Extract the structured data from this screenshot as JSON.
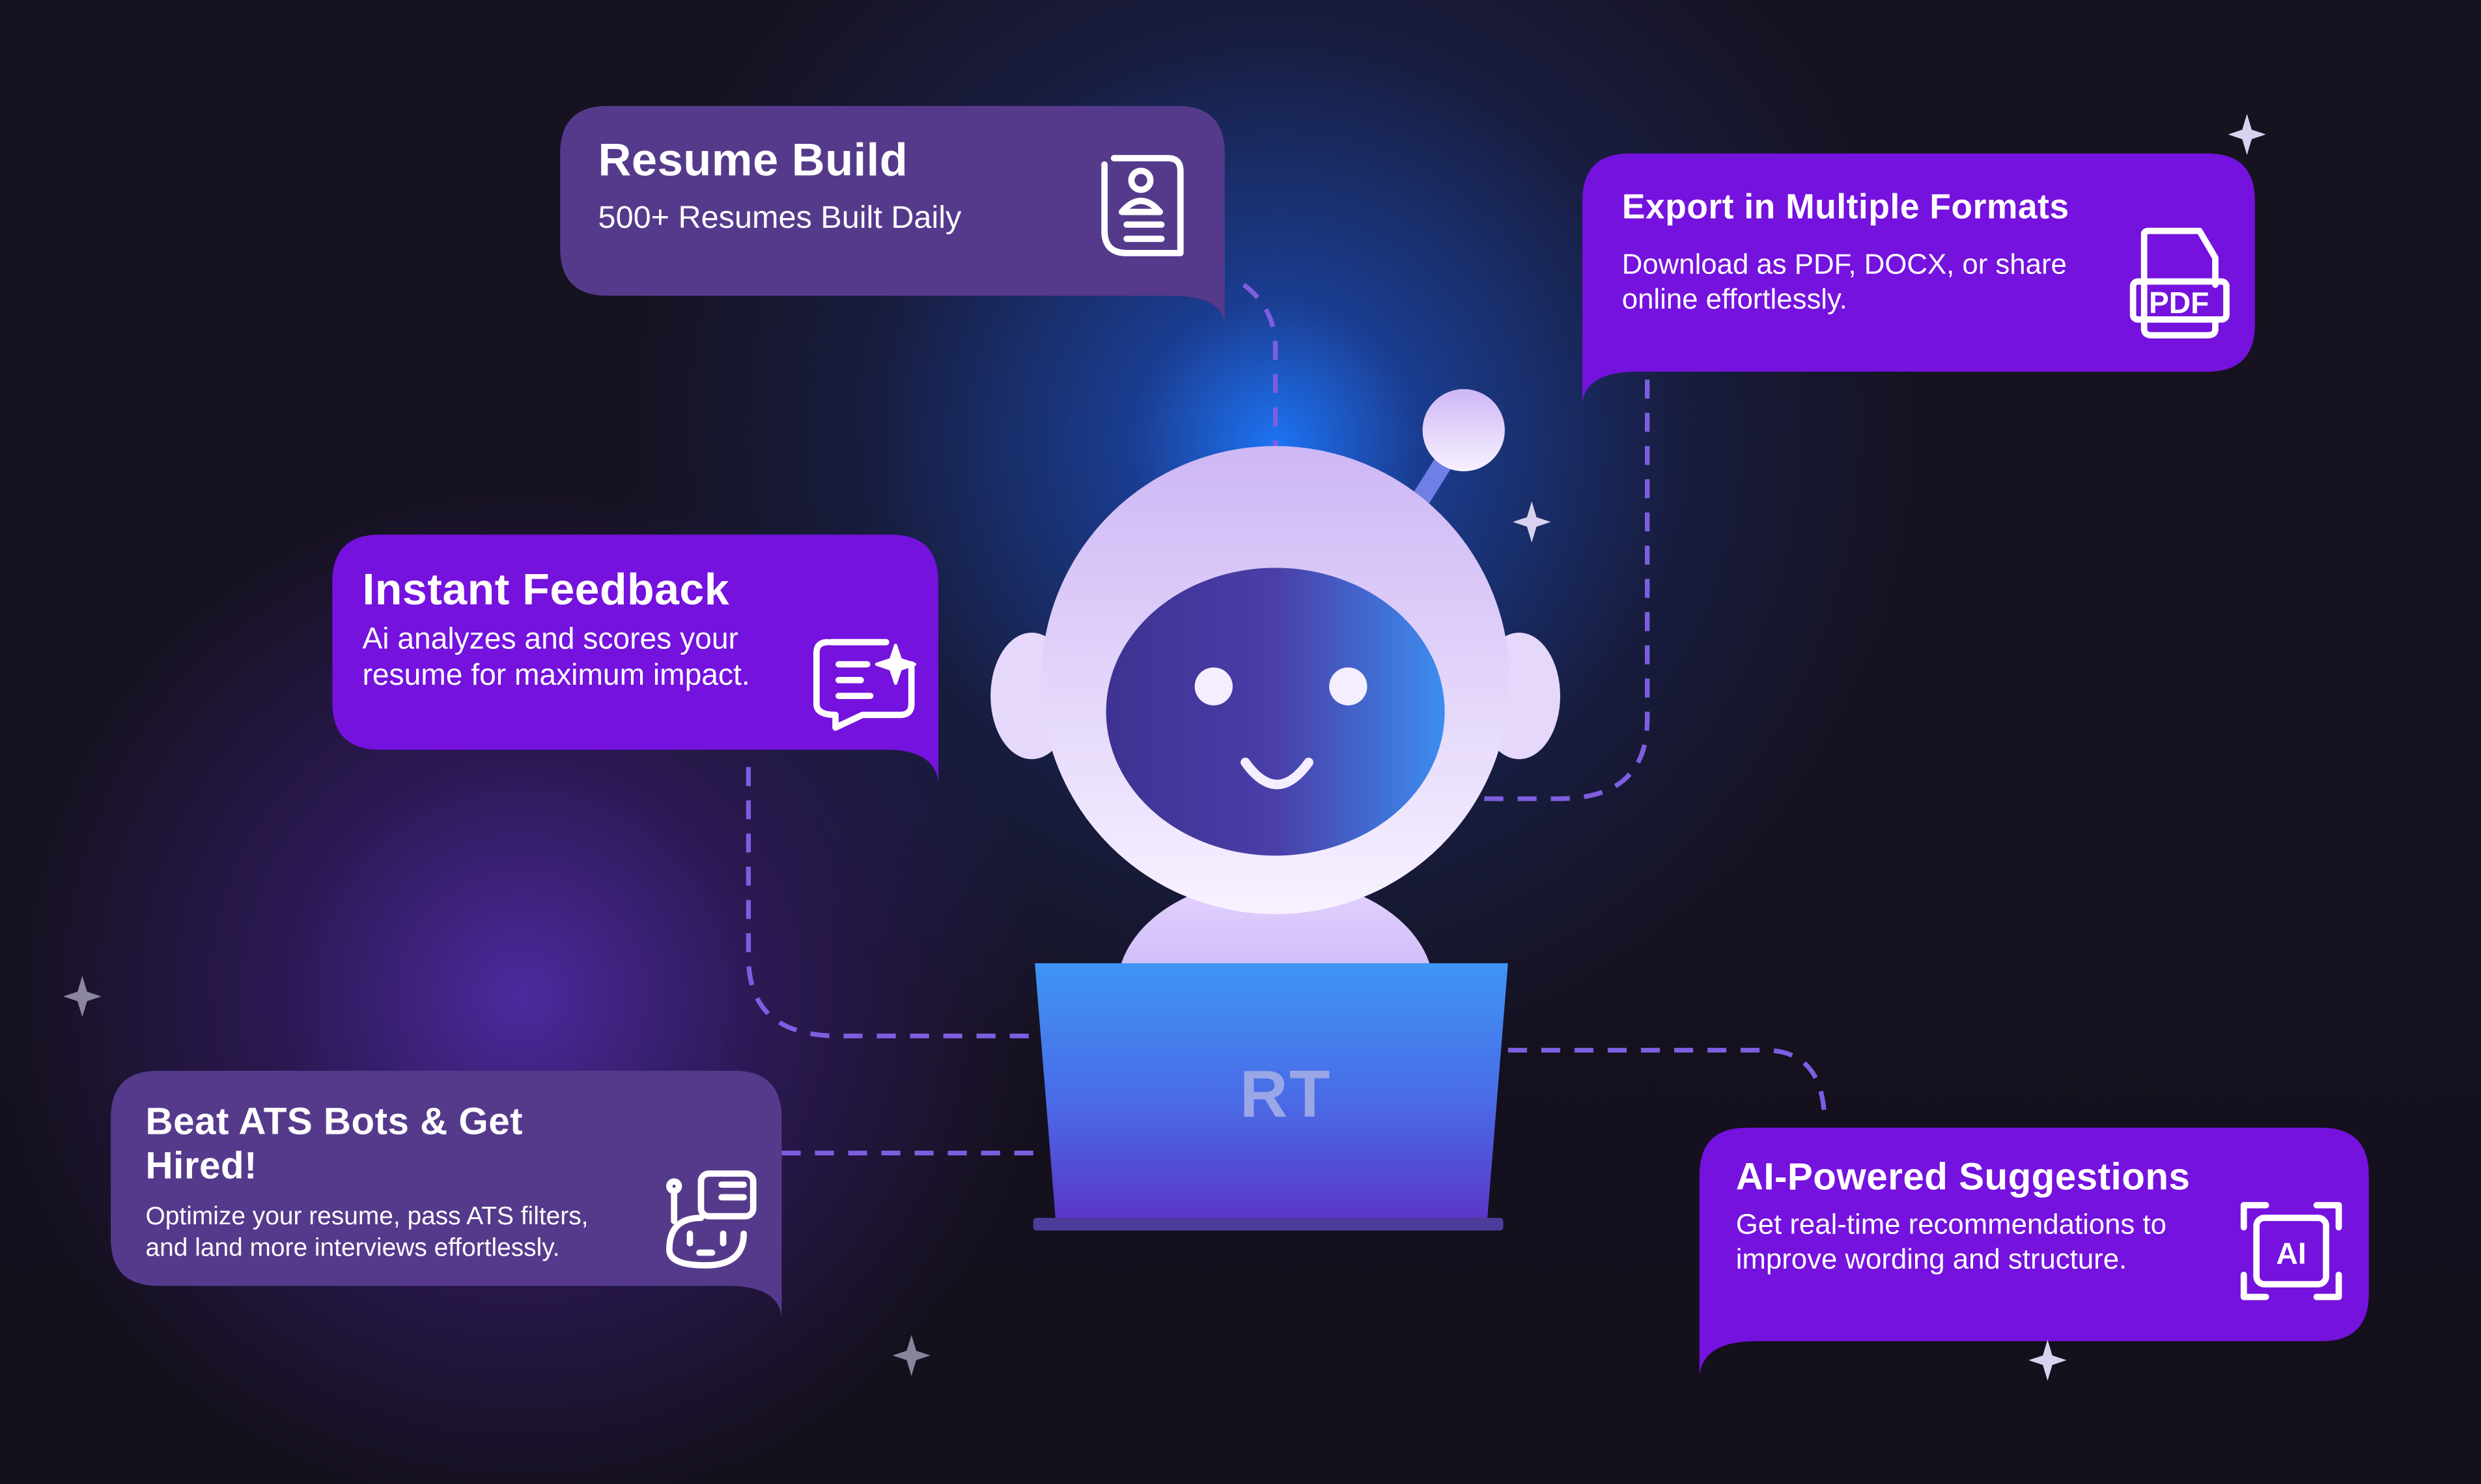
{
  "colors": {
    "accent": "#7512de",
    "muted": "#553a8c",
    "dash": "#7d5ee0"
  },
  "cards": {
    "resume_build": {
      "title": "Resume Build",
      "subtitle": "500+ Resumes Built Daily",
      "icon": "resume-document-icon"
    },
    "export": {
      "title": "Export in Multiple Formats",
      "subtitle": "Download as PDF, DOCX, or share online effortlessly.",
      "icon": "pdf-file-icon",
      "icon_text": "PDF"
    },
    "instant_feedback": {
      "title": "Instant Feedback",
      "subtitle": "Ai analyzes and scores your resume for maximum impact.",
      "icon": "chat-sparkle-icon"
    },
    "beat_ats": {
      "title": "Beat ATS Bots & Get Hired!",
      "subtitle": "Optimize your resume, pass ATS filters, and land more interviews effortlessly.",
      "icon": "robot-chat-icon"
    },
    "ai_suggestions": {
      "title": "AI-Powered Suggestions",
      "subtitle": "Get real-time recommendations to improve wording and structure.",
      "icon": "ai-chip-icon",
      "icon_text": "AI"
    }
  },
  "robot": {
    "laptop_label": "RT"
  }
}
